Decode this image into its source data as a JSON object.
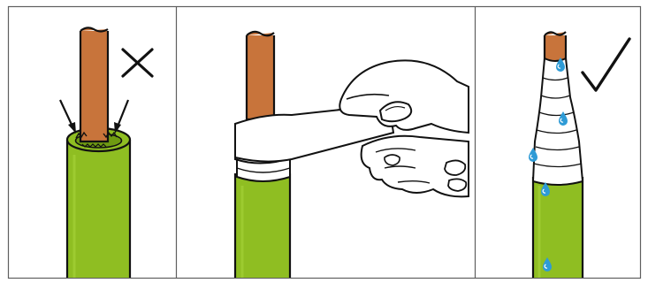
{
  "figure": {
    "panel_count": 3,
    "panels": [
      {
        "id": "panel-1",
        "verdict_icon": "cross-icon",
        "meaning": "incorrect"
      },
      {
        "id": "panel-2",
        "verdict_icon": "",
        "meaning": ""
      },
      {
        "id": "panel-3",
        "verdict_icon": "checkmark-icon",
        "meaning": "correct"
      }
    ]
  },
  "colors": {
    "frame": "#5f5f5f",
    "pipe_green": "#8fbe22",
    "pipe_copper": "#c8743b",
    "outline": "#111111",
    "tape": "#ffffff",
    "skin": "#ffffff",
    "water_drop": "#2e9bd6"
  }
}
